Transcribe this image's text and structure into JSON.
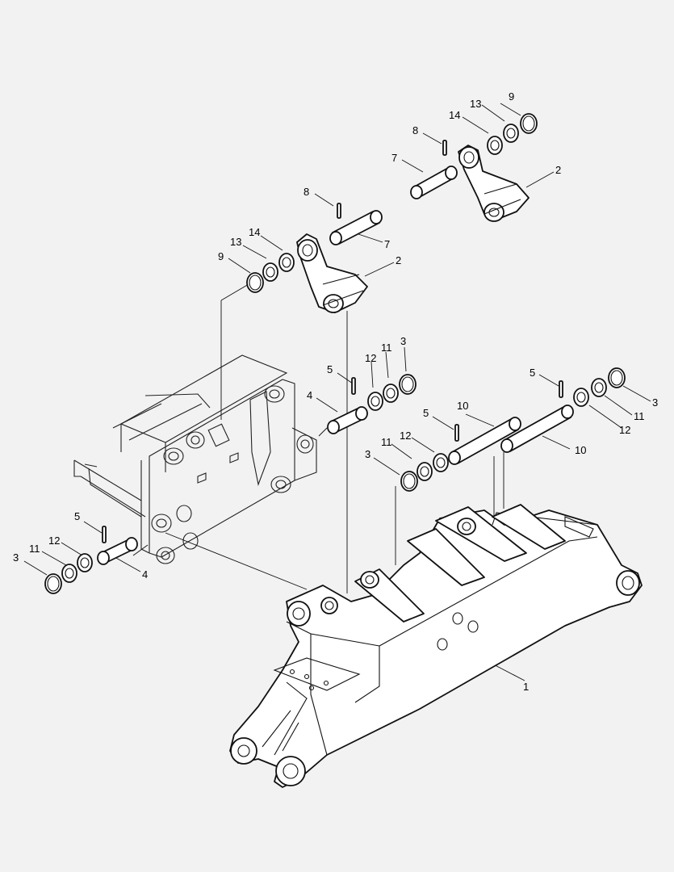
{
  "callouts": [
    {
      "id": "c1",
      "text": "1"
    },
    {
      "id": "c2a",
      "text": "2"
    },
    {
      "id": "c2b",
      "text": "2"
    },
    {
      "id": "c3a",
      "text": "3"
    },
    {
      "id": "c3b",
      "text": "3"
    },
    {
      "id": "c3c",
      "text": "3"
    },
    {
      "id": "c3d",
      "text": "3"
    },
    {
      "id": "c4a",
      "text": "4"
    },
    {
      "id": "c4b",
      "text": "4"
    },
    {
      "id": "c5a",
      "text": "5"
    },
    {
      "id": "c5b",
      "text": "5"
    },
    {
      "id": "c5c",
      "text": "5"
    },
    {
      "id": "c5d",
      "text": "5"
    },
    {
      "id": "c7a",
      "text": "7"
    },
    {
      "id": "c7b",
      "text": "7"
    },
    {
      "id": "c8a",
      "text": "8"
    },
    {
      "id": "c8b",
      "text": "8"
    },
    {
      "id": "c9a",
      "text": "9"
    },
    {
      "id": "c9b",
      "text": "9"
    },
    {
      "id": "c10a",
      "text": "10"
    },
    {
      "id": "c10b",
      "text": "10"
    },
    {
      "id": "c11a",
      "text": "11"
    },
    {
      "id": "c11b",
      "text": "11"
    },
    {
      "id": "c11c",
      "text": "11"
    },
    {
      "id": "c11d",
      "text": "11"
    },
    {
      "id": "c12a",
      "text": "12"
    },
    {
      "id": "c12b",
      "text": "12"
    },
    {
      "id": "c12c",
      "text": "12"
    },
    {
      "id": "c12d",
      "text": "12"
    },
    {
      "id": "c13a",
      "text": "13"
    },
    {
      "id": "c13b",
      "text": "13"
    },
    {
      "id": "c14a",
      "text": "14"
    },
    {
      "id": "c14b",
      "text": "14"
    }
  ]
}
